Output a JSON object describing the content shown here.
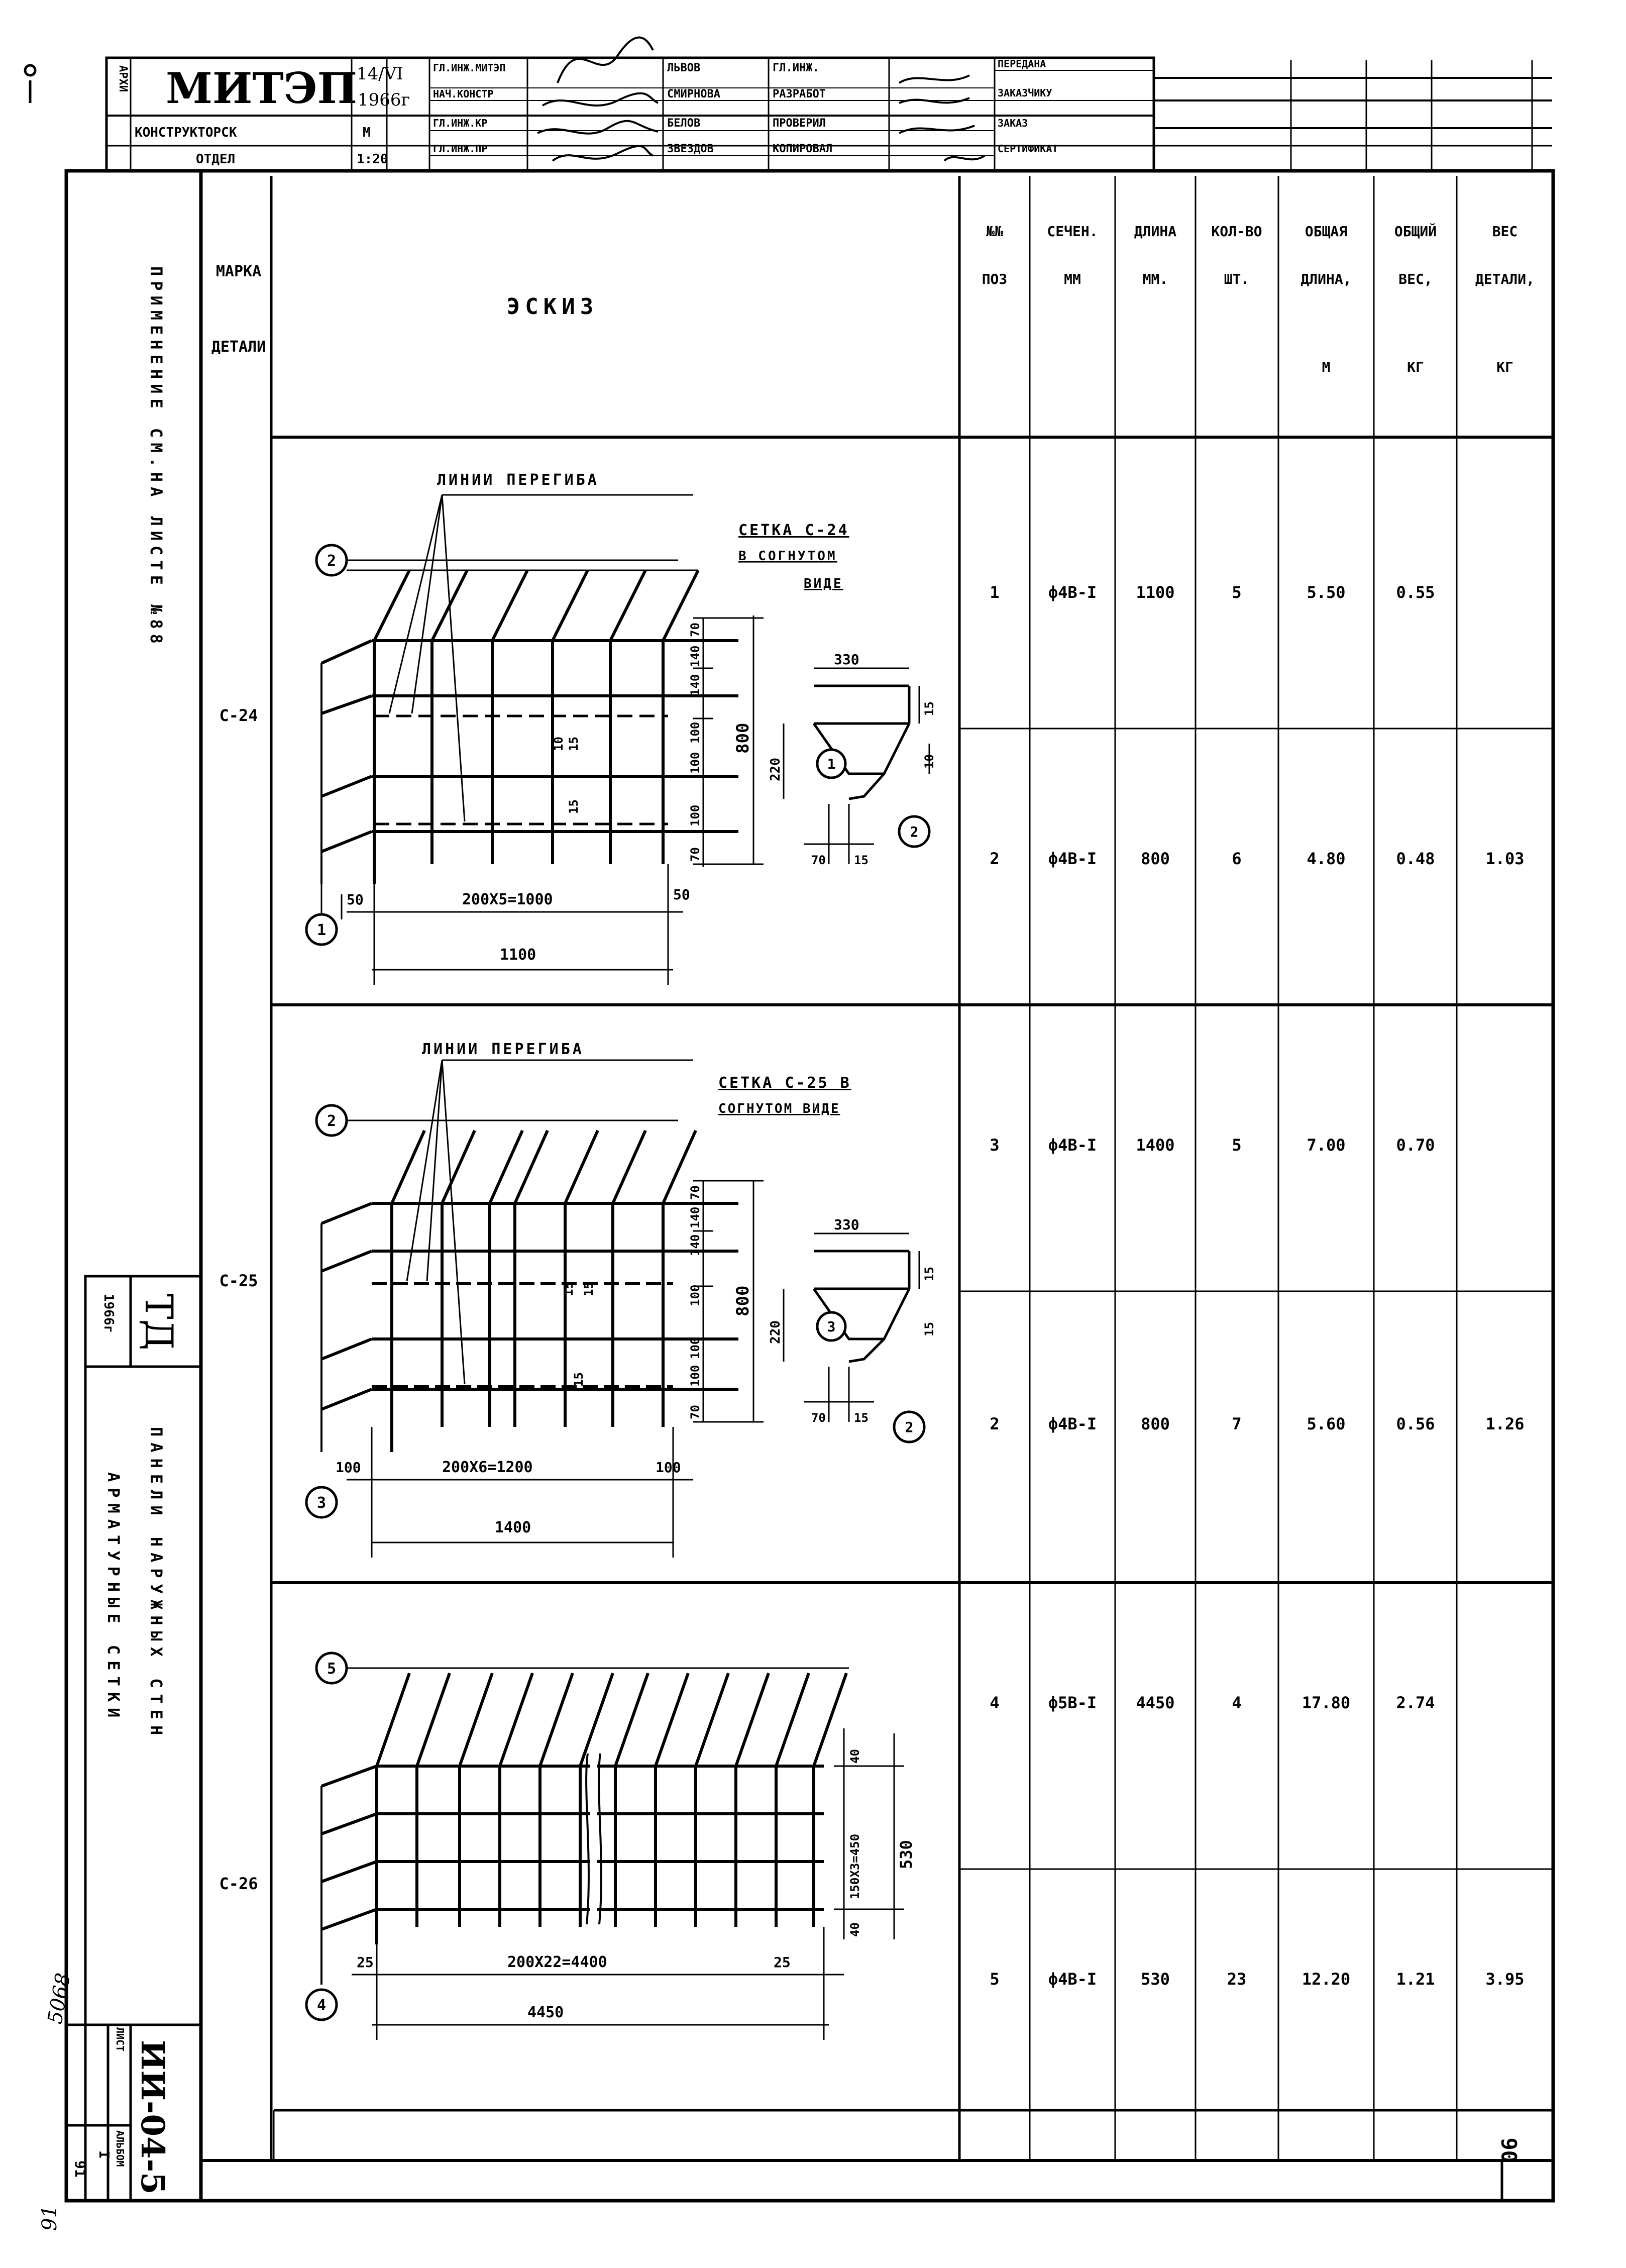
{
  "sheet": {
    "org_logo": "МИТЭП",
    "org_dept_1": "КОНСТРУКТОРСК",
    "org_dept_2": "ОТДЕЛ",
    "date_1": "14/VI",
    "date_2": "1966г",
    "scale_label": "М",
    "scale_value": "1:20",
    "arch_label": "АРХИ",
    "roles": [
      "ГЛ.ИНЖ.МИТЭП",
      "НАЧ.КОНСТР",
      "ГЛ.ИНЖ.КР",
      "ГЛ.ИНЖ.ПР"
    ],
    "names": [
      "ЛЬВОВ",
      "СМИРНОВА",
      "БЕЛОВ",
      "ЗВЕЗДОВ"
    ],
    "actions": [
      "ГЛ.ИНЖ.",
      "РАЗРАБОТ",
      "ПРОВЕРИЛ",
      "КОПИРОВАЛ"
    ],
    "right_block": [
      "ПЕРЕДАНА",
      "ЗАКАЗЧИКУ",
      "ЗАКАЗ",
      "СЕРТИФИКАТ"
    ],
    "sheet_number": "06",
    "left_vertical_notes": "ПРИМЕНЕНИЕ     СМ.НА ЛИСТЕ №88",
    "left_vertical_title_1": "ПАНЕЛИ НАРУЖНЫХ СТЕН",
    "left_vertical_title_2": "АРМАТУРНЫЕ СЕТКИ",
    "td_mark": "ТД",
    "td_year": "1966г",
    "series_code": "ИИ-04-5",
    "album_label": "АЛЬБОМ",
    "album_value": "I",
    "list_label": "ЛИСТ",
    "list_value": "91",
    "hand_number_1": "5068",
    "hand_number_2": "91"
  },
  "table": {
    "headers": {
      "mark": [
        "МАРКА",
        "ДЕТАЛИ"
      ],
      "sketch": "ЭСКИЗ",
      "pos": [
        "№№",
        "ПОЗ"
      ],
      "section": [
        "СЕЧЕН.",
        "ММ"
      ],
      "length": [
        "ДЛИНА",
        "ММ."
      ],
      "qty": [
        "КОЛ-ВО",
        "ШТ."
      ],
      "total_length": [
        "ОБЩАЯ",
        "ДЛИНА,",
        "М"
      ],
      "total_weight": [
        "ОБЩИЙ",
        "ВЕС,",
        "КГ"
      ],
      "detail_weight": [
        "ВЕС",
        "ДЕТАЛИ,",
        "КГ"
      ]
    },
    "groups": [
      {
        "mark": "С-24",
        "rows": [
          {
            "pos": "1",
            "section": "ф4В-I",
            "length": "1100",
            "qty": "5",
            "total_length": "5.50",
            "total_weight": "0.55"
          },
          {
            "pos": "2",
            "section": "ф4В-I",
            "length": "800",
            "qty": "6",
            "total_length": "4.80",
            "total_weight": "0.48"
          }
        ],
        "detail_weight": "1.03",
        "sketch": {
          "bend_lines": "ЛИНИИ ПЕРЕГИБА",
          "caption": [
            "СЕТКА С-24",
            "В СОГНУТОМ",
            "ВИДЕ"
          ],
          "dim_bottom_inner": "200Х5=1000",
          "dim_bottom_total": "1100",
          "dim_left": "50",
          "dim_right": "50",
          "dim_right_stack": [
            "70",
            "140",
            "140",
            "100",
            "100",
            "100",
            "70"
          ],
          "dim_total_height": "800",
          "dim_15a": "15",
          "dim_15b": "15",
          "dim_10": "10",
          "side_330": "330",
          "side_220": "220",
          "side_15": "15",
          "side_10": "10",
          "side_70": "70",
          "side_15b": "15",
          "pos_a": "1",
          "pos_b": "2"
        }
      },
      {
        "mark": "С-25",
        "rows": [
          {
            "pos": "3",
            "section": "ф4В-I",
            "length": "1400",
            "qty": "5",
            "total_length": "7.00",
            "total_weight": "0.70"
          },
          {
            "pos": "2",
            "section": "ф4В-I",
            "length": "800",
            "qty": "7",
            "total_length": "5.60",
            "total_weight": "0.56"
          }
        ],
        "detail_weight": "1.26",
        "sketch": {
          "bend_lines": "ЛИНИИ ПЕРЕГИБА",
          "caption": [
            "СЕТКА С-25 В",
            "СОГНУТОМ ВИДЕ"
          ],
          "dim_bottom_inner": "200Х6=1200",
          "dim_bottom_total": "1400",
          "dim_left": "100",
          "dim_right": "100",
          "dim_right_stack": [
            "70",
            "140",
            "140",
            "100",
            "100",
            "100",
            "70"
          ],
          "dim_total_height": "800",
          "dim_15a": "15",
          "dim_15b": "15",
          "dim_15c": "15",
          "side_330": "330",
          "side_220": "220",
          "side_15": "15",
          "side_15c": "15",
          "side_70": "70",
          "side_15b": "15",
          "pos_a": "3",
          "pos_b": "2"
        }
      },
      {
        "mark": "С-26",
        "rows": [
          {
            "pos": "4",
            "section": "ф5В-I",
            "length": "4450",
            "qty": "4",
            "total_length": "17.80",
            "total_weight": "2.74"
          },
          {
            "pos": "5",
            "section": "ф4В-I",
            "length": "530",
            "qty": "23",
            "total_length": "12.20",
            "total_weight": "1.21"
          }
        ],
        "detail_weight": "3.95",
        "sketch": {
          "dim_bottom_inner": "200Х22=4400",
          "dim_bottom_total": "4450",
          "dim_left": "25",
          "dim_right": "25",
          "dim_right_stack": [
            "40",
            "150Х3=450",
            "40"
          ],
          "dim_total_height": "530",
          "pos_a": "5",
          "pos_b": "4"
        }
      }
    ]
  }
}
